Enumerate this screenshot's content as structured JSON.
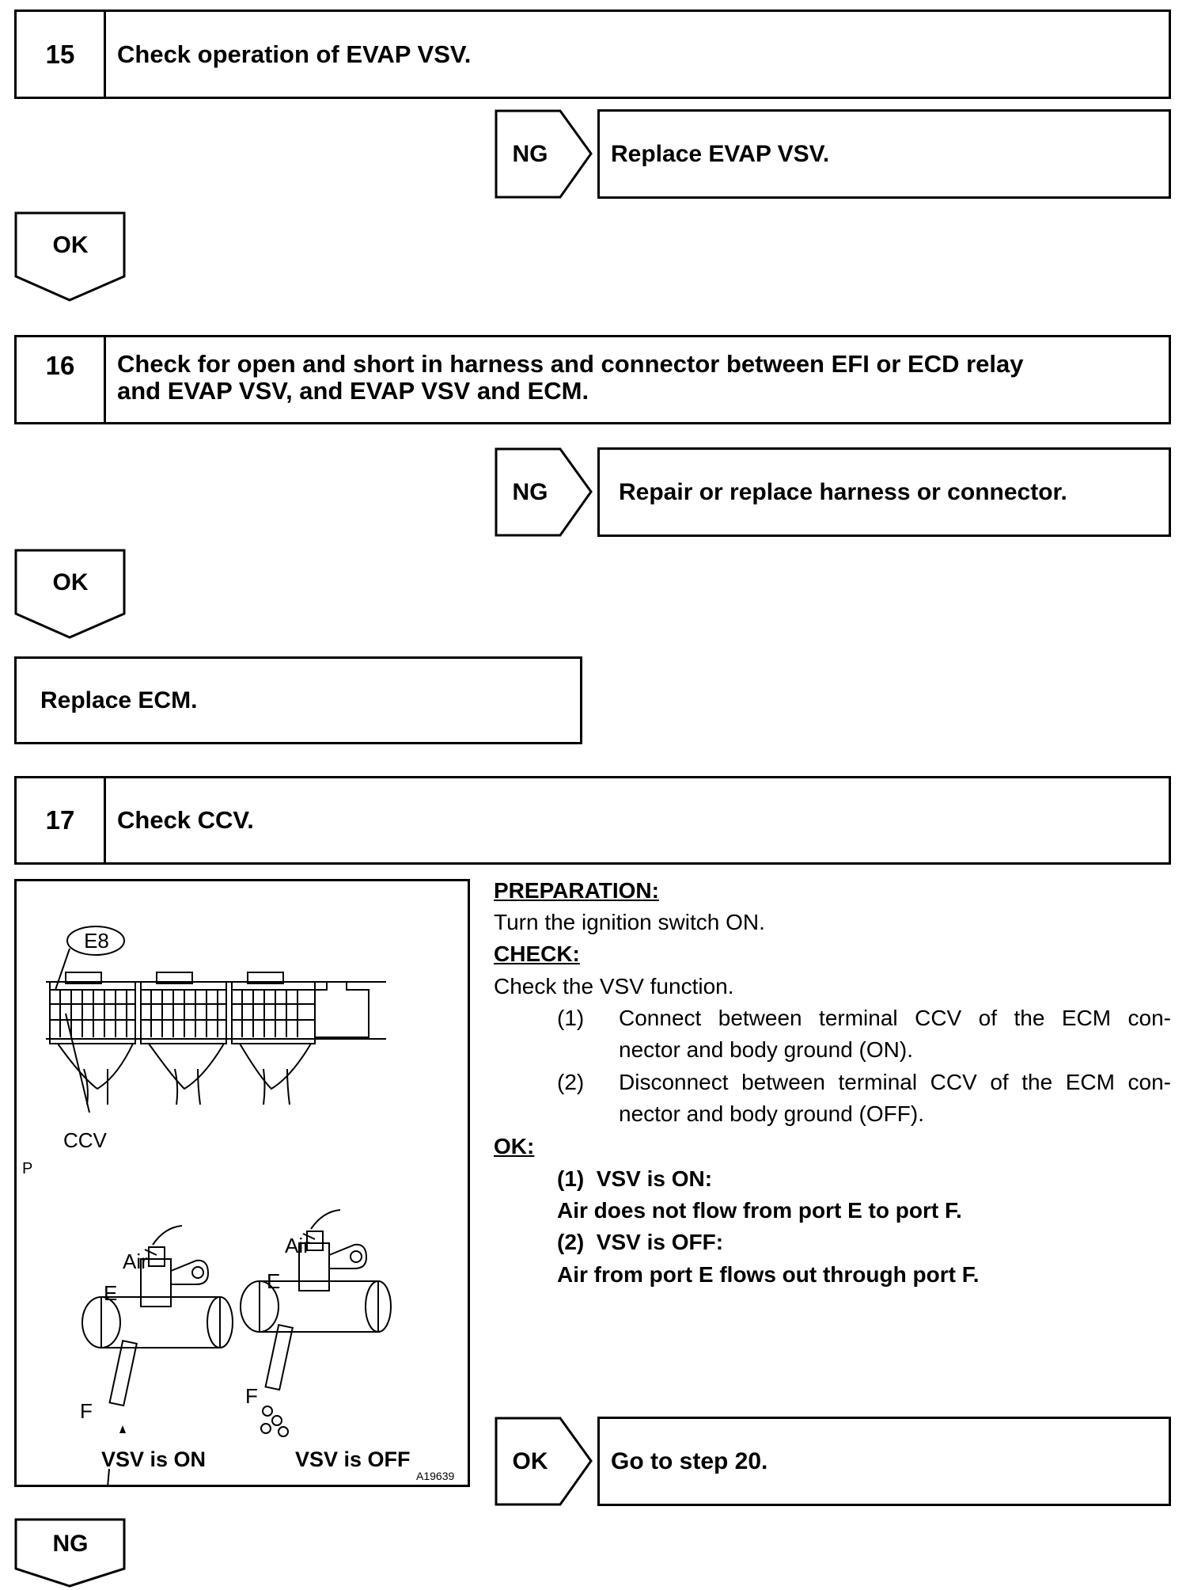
{
  "steps": [
    {
      "number": "15",
      "title": "Check operation of EVAP VSV.",
      "ng_label": "NG",
      "ng_action": "Replace EVAP VSV.",
      "ok_label": "OK"
    },
    {
      "number": "16",
      "title_line1": "Check for open and short in harness and connector between EFI or ECD relay",
      "title_line2": "and EVAP VSV, and EVAP VSV and ECM.",
      "ng_label": "NG",
      "ng_action": "Repair or replace harness or connector.",
      "ok_label": "OK",
      "ok_action": "Replace ECM."
    },
    {
      "number": "17",
      "title": "Check CCV.",
      "ok_label": "OK",
      "ok_action": "Go to step 20.",
      "ng_label": "NG"
    }
  ],
  "procedure": {
    "preparation_heading": "PREPARATION:",
    "preparation_text": "Turn the ignition switch ON.",
    "check_heading": "CHECK:",
    "check_text": "Check the VSV function.",
    "check_items": [
      {
        "num": "(1)",
        "line1": "Connect between terminal CCV of the ECM con-",
        "line2": "nector and body ground (ON)."
      },
      {
        "num": "(2)",
        "line1": "Disconnect between terminal CCV of the ECM con-",
        "line2": "nector and body ground (OFF)."
      }
    ],
    "ok_heading": "OK:",
    "ok_lines": [
      "(1)  VSV is ON:",
      "Air does not flow from port E to port F.",
      "(2)  VSV is OFF:",
      "Air from port E flows out through port F."
    ]
  },
  "figure": {
    "connector_label": "E8",
    "terminal_label": "CCV",
    "marker_label": "P",
    "air_label": "Air",
    "port_e": "E",
    "port_f": "F",
    "caption_on": "VSV is ON",
    "caption_off": "VSV is OFF",
    "figure_id": "A19639"
  }
}
